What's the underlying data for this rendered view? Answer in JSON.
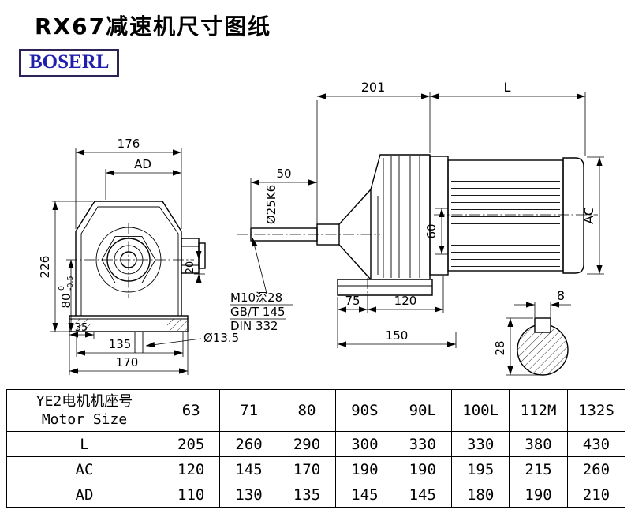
{
  "title": "RX67减速机尺寸图纸",
  "logo": "BOSERL",
  "front_view": {
    "dim_width": "176",
    "dim_ad": "AD",
    "dim_height": "226",
    "dim_80": "80",
    "tol_upper": "0",
    "tol_lower": "-0.5",
    "dim_35": "35",
    "dim_135": "135",
    "dim_170": "170",
    "dim_20": "20",
    "hole": "Ø13.5"
  },
  "side_view": {
    "dim_201": "201",
    "dim_l": "L",
    "dim_50": "50",
    "shaft": "Ø25K6",
    "dim_60": "60",
    "dim_ac": "AC",
    "callout_line1": "M10深28",
    "callout_line2": "GB/T 145",
    "callout_line3": "DIN 332",
    "dim_75": "75",
    "dim_120": "120",
    "dim_150": "150"
  },
  "section_view": {
    "dim_key": "8",
    "dim_28": "28"
  },
  "table": {
    "header_cn": "YE2电机机座号",
    "header_en": "Motor Size",
    "sizes": [
      "63",
      "71",
      "80",
      "90S",
      "90L",
      "100L",
      "112M",
      "132S"
    ],
    "rows": [
      {
        "label": "L",
        "values": [
          "205",
          "260",
          "290",
          "300",
          "330",
          "330",
          "380",
          "430"
        ]
      },
      {
        "label": "AC",
        "values": [
          "120",
          "145",
          "170",
          "190",
          "190",
          "195",
          "215",
          "260"
        ]
      },
      {
        "label": "AD",
        "values": [
          "110",
          "130",
          "135",
          "145",
          "145",
          "180",
          "190",
          "210"
        ]
      }
    ]
  }
}
